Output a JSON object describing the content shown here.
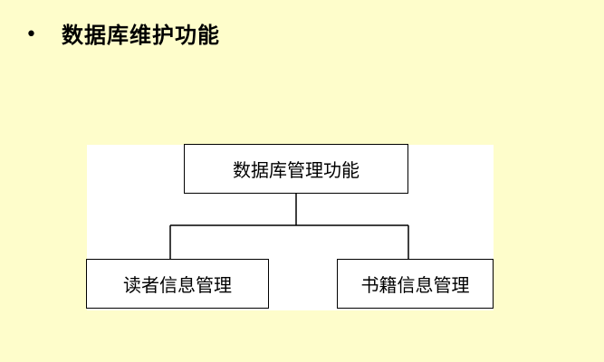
{
  "slide": {
    "bullet": "•",
    "heading": "数据库维护功能"
  },
  "diagram": {
    "root": "数据库管理功能",
    "children": [
      "读者信息管理",
      "书籍信息管理"
    ]
  }
}
